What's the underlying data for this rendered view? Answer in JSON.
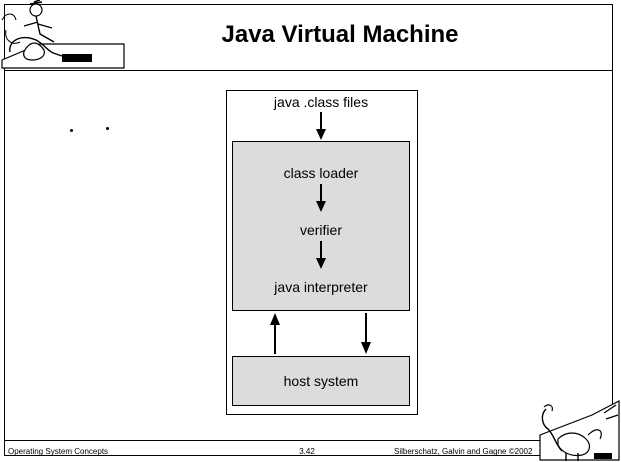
{
  "slide": {
    "title": "Java Virtual Machine"
  },
  "diagram": {
    "input_label": "java .class files",
    "jvm_components": [
      "class loader",
      "verifier",
      "java interpreter"
    ],
    "host_label": "host system"
  },
  "footer": {
    "left": "Operating System Concepts",
    "center": "3.42",
    "right": "Silberschatz, Galvin and  Gagne ©2002"
  }
}
